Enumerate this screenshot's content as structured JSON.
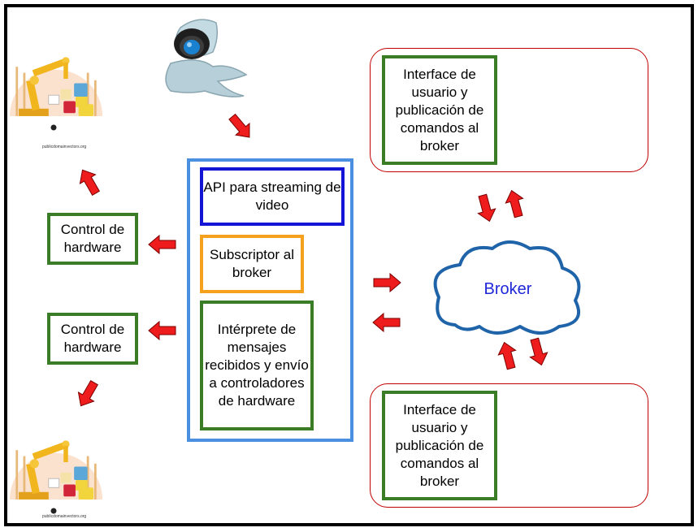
{
  "server_column": {
    "api_box": "API para streaming de video",
    "subscriber_box": "Subscriptor al broker",
    "interpreter_box": "Intérprete de mensajes recibidos y envío a controladores de hardware"
  },
  "left_column": {
    "hardware_control_top": "Control de hardware",
    "hardware_control_bottom": "Control de hardware",
    "robot_credit": "publicdomainvectors.org"
  },
  "right_column": {
    "ui_top": "Interface de usuario y publicación de comandos al broker",
    "ui_bottom": "Interface de usuario y publicación de comandos al broker"
  },
  "broker": {
    "label": "Broker"
  },
  "colors": {
    "arrow": "#ee1c1c",
    "green": "#3a7d26",
    "blue": "#1414d6",
    "orange": "#f5a11e",
    "server_border": "#4a8fe0",
    "panel_border": "#c00000",
    "broker_text": "#1f27d8"
  },
  "icons": [
    "webcam-icon",
    "robot-arm-icon",
    "child-laptop-photo",
    "cloud-icon"
  ]
}
